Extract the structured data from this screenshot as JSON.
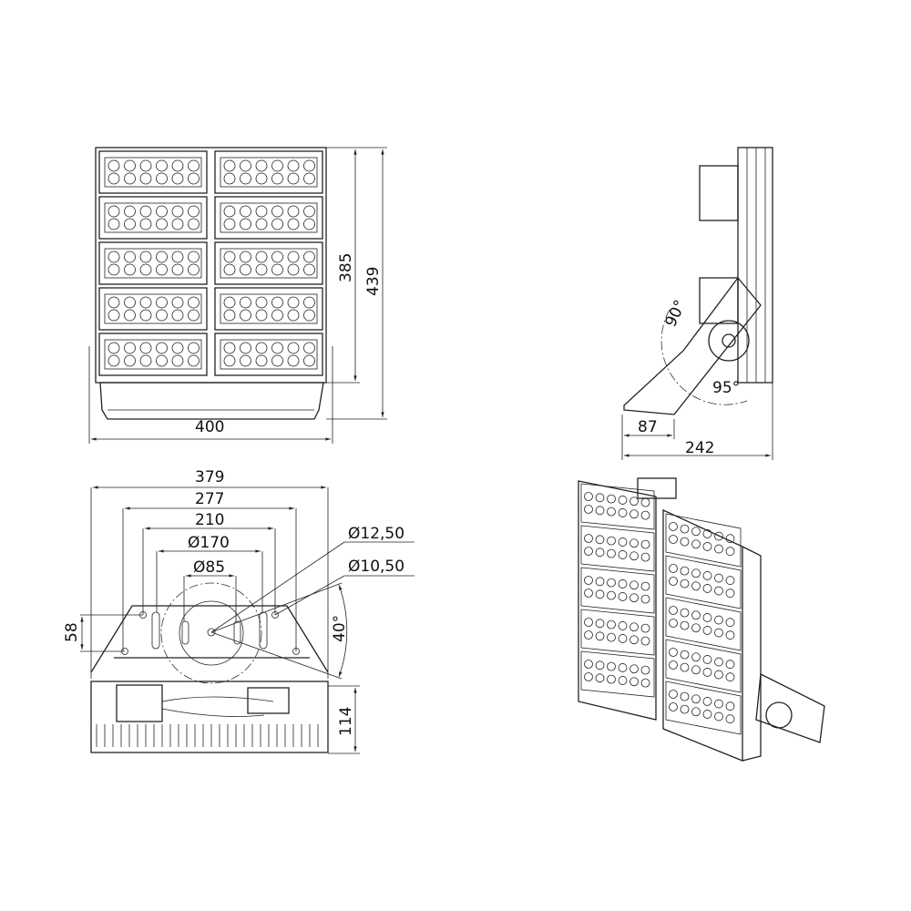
{
  "front_view": {
    "dims": {
      "height_inner": "385",
      "height_total": "439",
      "width": "400"
    }
  },
  "side_view": {
    "dims": {
      "angle_up": "90°",
      "angle_down": "95°",
      "bracket_offset": "87",
      "depth": "242"
    }
  },
  "bottom_view": {
    "dims": {
      "width_total": "379",
      "hole_span_outer": "277",
      "hole_span_inner": "210",
      "dia_170": "Ø170",
      "dia_85": "Ø85",
      "dia_12_50": "Ø12,50",
      "dia_10_50": "Ø10,50",
      "hole_offset": "58",
      "tilt_angle": "40°",
      "body_depth": "114"
    }
  },
  "isometric_view": {}
}
